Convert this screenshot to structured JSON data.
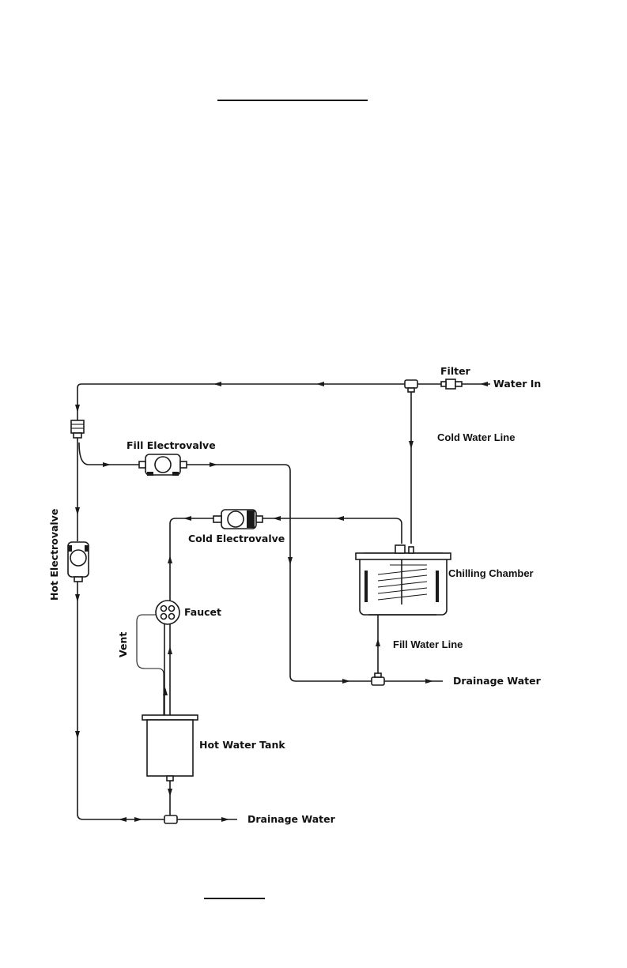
{
  "diagram": {
    "labels": {
      "filter": "Filter",
      "water_in": "Water In",
      "cold_water_line": "Cold Water Line",
      "fill_electrovalve": "Fill Electrovalve",
      "cold_electrovalve": "Cold Electrovalve",
      "chilling_chamber": "Chilling Chamber",
      "hot_electrovalve": "Hot Electrovalve",
      "faucet": "Faucet",
      "vent": "Vent",
      "fill_water_line": "Fill Water Line",
      "drainage_water_right": "Drainage Water",
      "hot_water_tank": "Hot Water Tank",
      "drainage_water_bottom": "Drainage Water"
    }
  }
}
